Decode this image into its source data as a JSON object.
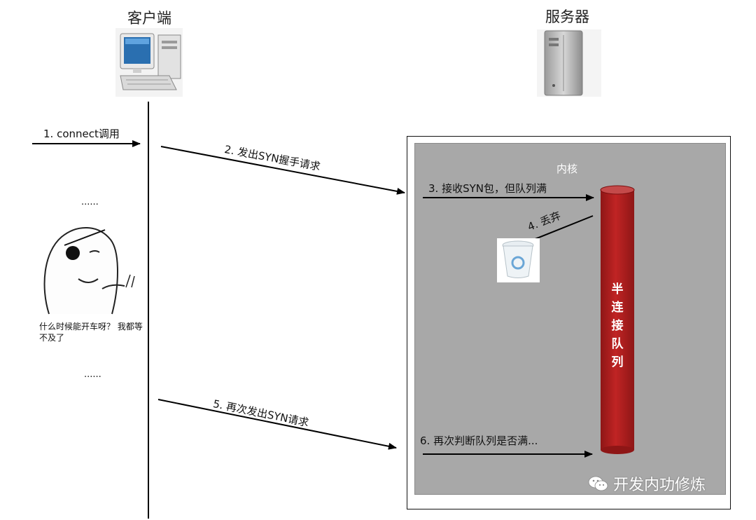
{
  "client": {
    "title": "客户端"
  },
  "server": {
    "title": "服务器"
  },
  "kernel": {
    "label": "内核"
  },
  "queue": {
    "label": "半连接队列",
    "chars": [
      "半",
      "连",
      "接",
      "队",
      "列"
    ],
    "color": "#b22222"
  },
  "meme": {
    "caption": "什么时候能开车呀？ 我都等不及了"
  },
  "ellipsis": {
    "top": "......",
    "bottom": "......"
  },
  "steps": [
    {
      "label": "1. connect调用"
    },
    {
      "label": "2. 发出SYN握手请求"
    },
    {
      "label": "3. 接收SYN包，但队列满"
    },
    {
      "label": "4. 丢弃"
    },
    {
      "label": "5. 再次发出SYN请求"
    },
    {
      "label": "6. 再次判断队列是否满..."
    }
  ],
  "watermark": {
    "text": "开发内功修炼"
  },
  "colors": {
    "kernel_bg": "#a8a8a8",
    "queue": "#b22222",
    "arrow": "#000000"
  }
}
